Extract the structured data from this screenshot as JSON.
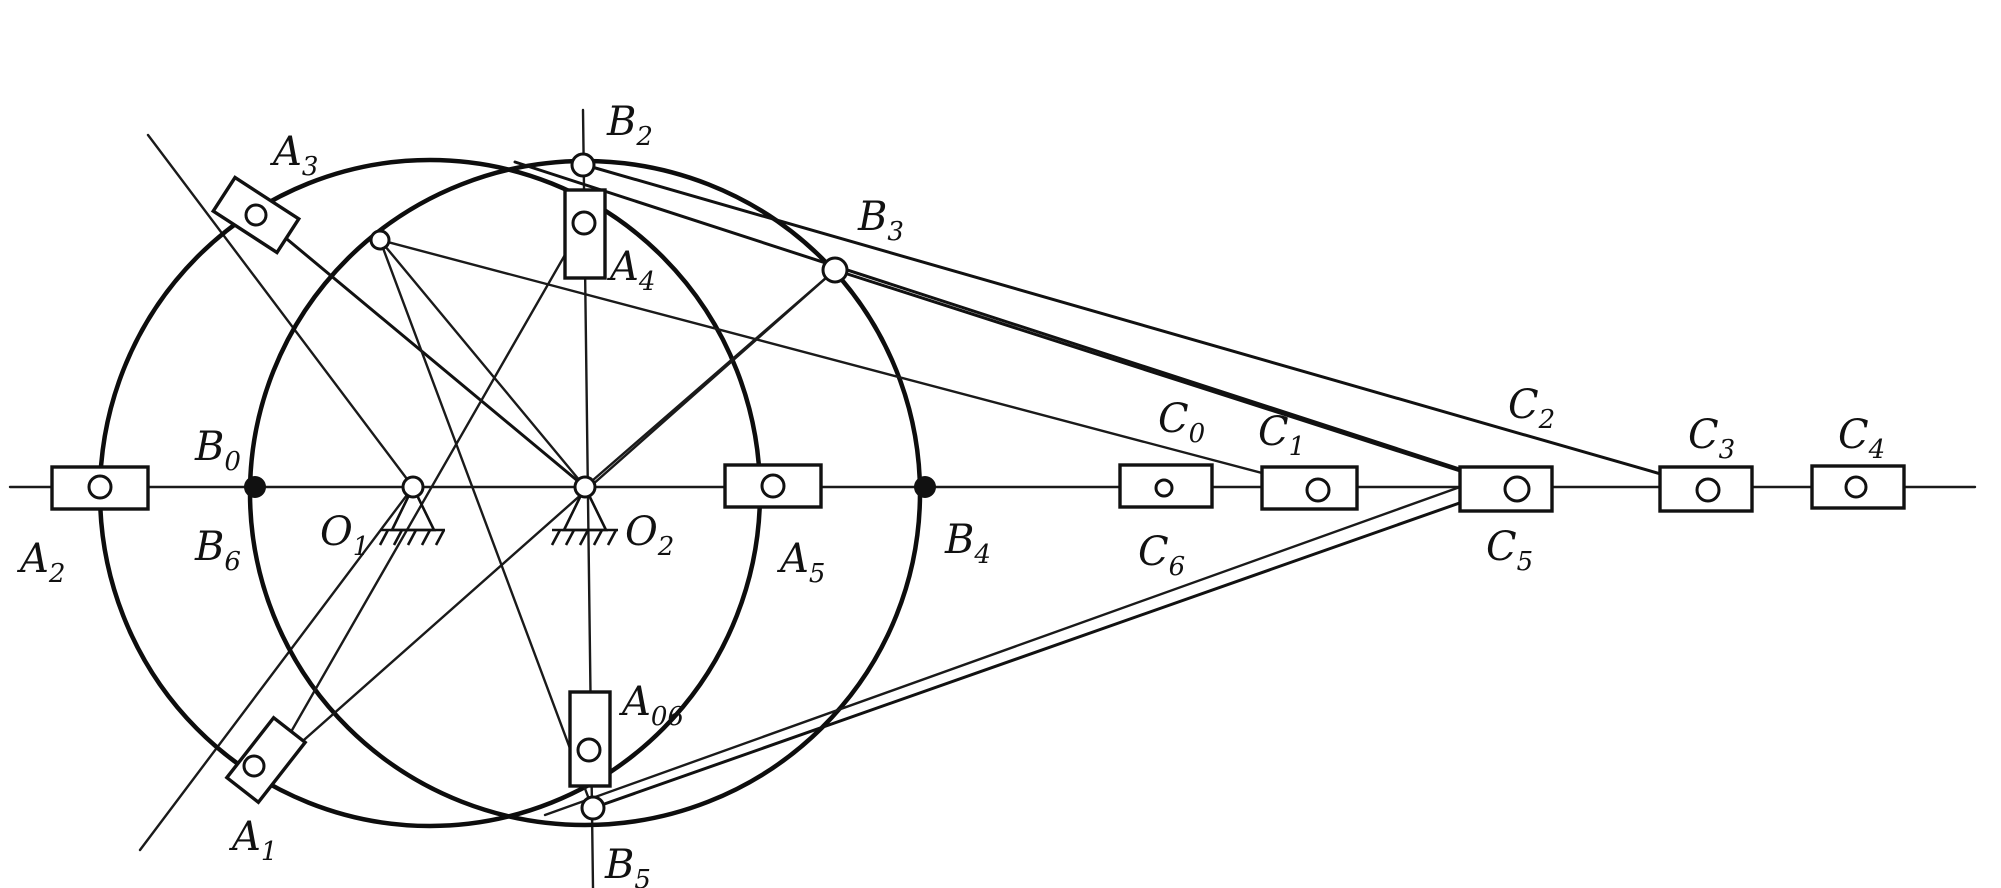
{
  "labels": {
    "A0b": {
      "base": "A",
      "sub": "06"
    },
    "A1": {
      "base": "A",
      "sub": "1"
    },
    "A2": {
      "base": "A",
      "sub": "2"
    },
    "A3": {
      "base": "A",
      "sub": "3"
    },
    "A4": {
      "base": "A",
      "sub": "4"
    },
    "A5": {
      "base": "A",
      "sub": "5"
    },
    "B0": {
      "base": "B",
      "sub": "0"
    },
    "B2": {
      "base": "B",
      "sub": "2"
    },
    "B3": {
      "base": "B",
      "sub": "3"
    },
    "B4": {
      "base": "B",
      "sub": "4"
    },
    "B5": {
      "base": "B",
      "sub": "5"
    },
    "B6": {
      "base": "B",
      "sub": "6"
    },
    "O1": {
      "base": "O",
      "sub": "1"
    },
    "O2": {
      "base": "O",
      "sub": "2"
    },
    "C0": {
      "base": "C",
      "sub": "0"
    },
    "C1": {
      "base": "C",
      "sub": "1"
    },
    "C2": {
      "base": "C",
      "sub": "2"
    },
    "C3": {
      "base": "C",
      "sub": "3"
    },
    "C4": {
      "base": "C",
      "sub": "4"
    },
    "C5": {
      "base": "C",
      "sub": "5"
    },
    "C6": {
      "base": "C",
      "sub": "6"
    }
  }
}
